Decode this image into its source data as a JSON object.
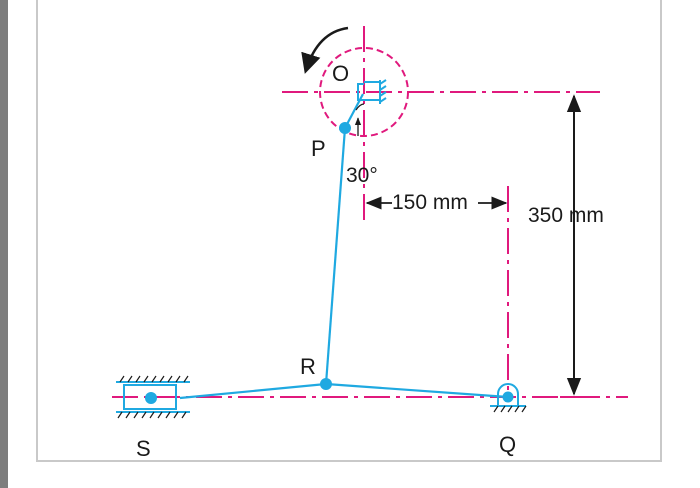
{
  "labels": {
    "O": "O",
    "P": "P",
    "R": "R",
    "S": "S",
    "Q": "Q",
    "angle": "30°",
    "horizontal_offset": "150 mm",
    "vertical_offset": "350 mm"
  },
  "colors": {
    "link": "#1fa9e1",
    "centerline": "#e0197d",
    "text": "#1a1a1a",
    "frame": "#c9c9c9",
    "side_bar": "#7d7d7d"
  },
  "icons": {
    "rotation": "counterclockwise-arrow-icon"
  }
}
